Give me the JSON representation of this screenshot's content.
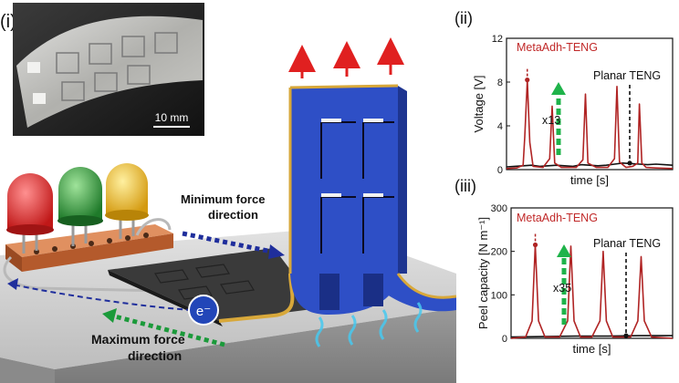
{
  "panel_label": "(i)",
  "photo": {
    "scale_bar_label": "10 mm"
  },
  "scene": {
    "min_force_label": [
      "Minimum force",
      "direction"
    ],
    "max_force_label": [
      "Maximum force",
      "direction"
    ],
    "electron_label": "e⁻",
    "colors": {
      "device_blue": "#2e4fc6",
      "gold_edge": "#d8a83a",
      "led_red": "#d8262a",
      "led_green": "#2f9a3a",
      "led_yellow": "#e8b81a",
      "board": "#c8703a",
      "arrow_red": "#e02020",
      "min_arrow": "#1f2e9c",
      "max_arrow": "#1b9a3a"
    }
  },
  "chart_data": [
    {
      "type": "line",
      "panel": "(ii)",
      "xlabel": "time [s]",
      "ylabel": "Voltage [V]",
      "ylim": [
        0,
        12
      ],
      "yticks": [
        0,
        4,
        8,
        12
      ],
      "xlim": [
        0,
        10
      ],
      "series": [
        {
          "name": "MetaAdh-TENG",
          "color": "#b02424",
          "x": [
            0,
            0.6,
            1.0,
            1.1,
            1.25,
            1.4,
            1.6,
            2.2,
            2.6,
            2.75,
            2.9,
            3.3,
            4.2,
            4.6,
            4.75,
            4.9,
            5.4,
            6.1,
            6.5,
            6.65,
            6.8,
            7.2,
            7.6,
            7.9,
            8.0,
            8.15,
            8.4,
            9.0,
            10
          ],
          "y": [
            0.1,
            0.15,
            0.4,
            3.0,
            8.2,
            2.5,
            0.3,
            0.2,
            1.0,
            5.8,
            0.6,
            0.2,
            0.2,
            0.9,
            6.9,
            0.6,
            0.2,
            0.2,
            1.0,
            7.6,
            0.7,
            0.2,
            0.3,
            0.6,
            6.0,
            0.6,
            0.2,
            0.15,
            0.1
          ]
        },
        {
          "name": "Planar TENG",
          "color": "#111111",
          "x": [
            0,
            0.5,
            1.0,
            1.5,
            2.0,
            2.5,
            3.0,
            3.5,
            4.0,
            4.5,
            5.0,
            5.5,
            6.0,
            6.5,
            7.0,
            7.5,
            8.0,
            8.5,
            9.0,
            9.5,
            10
          ],
          "y": [
            0.25,
            0.3,
            0.35,
            0.4,
            0.3,
            0.35,
            0.4,
            0.35,
            0.3,
            0.45,
            0.4,
            0.35,
            0.4,
            0.5,
            0.6,
            0.55,
            0.5,
            0.45,
            0.5,
            0.45,
            0.4
          ]
        }
      ],
      "annotations": [
        {
          "text": "MetaAdh-TENG",
          "color": "#c02828"
        },
        {
          "text": "Planar TENG",
          "color": "#111111"
        },
        {
          "text": "x13",
          "color": "#111111"
        }
      ]
    },
    {
      "type": "line",
      "panel": "(iii)",
      "xlabel": "time [s]",
      "ylabel": "Peel capacity [N m⁻¹]",
      "ylim": [
        0,
        300
      ],
      "yticks": [
        0,
        100,
        200,
        300
      ],
      "xlim": [
        0,
        10
      ],
      "series": [
        {
          "name": "MetaAdh-TENG",
          "color": "#b02424",
          "x": [
            0,
            0.9,
            1.3,
            1.5,
            1.7,
            2.1,
            3.0,
            3.5,
            3.7,
            3.9,
            4.3,
            5.0,
            5.5,
            5.7,
            5.9,
            6.3,
            7.4,
            7.85,
            8.05,
            8.25,
            8.7,
            10
          ],
          "y": [
            0,
            3,
            40,
            215,
            40,
            3,
            3,
            40,
            212,
            40,
            3,
            3,
            40,
            200,
            40,
            3,
            3,
            40,
            188,
            40,
            3,
            0
          ]
        },
        {
          "name": "Planar TENG",
          "color": "#111111",
          "x": [
            0,
            2,
            4,
            6,
            8,
            10
          ],
          "y": [
            3,
            4,
            5,
            5,
            6,
            6
          ]
        }
      ],
      "annotations": [
        {
          "text": "MetaAdh-TENG",
          "color": "#c02828"
        },
        {
          "text": "Planar TENG",
          "color": "#111111"
        },
        {
          "text": "x35",
          "color": "#111111"
        }
      ]
    }
  ]
}
